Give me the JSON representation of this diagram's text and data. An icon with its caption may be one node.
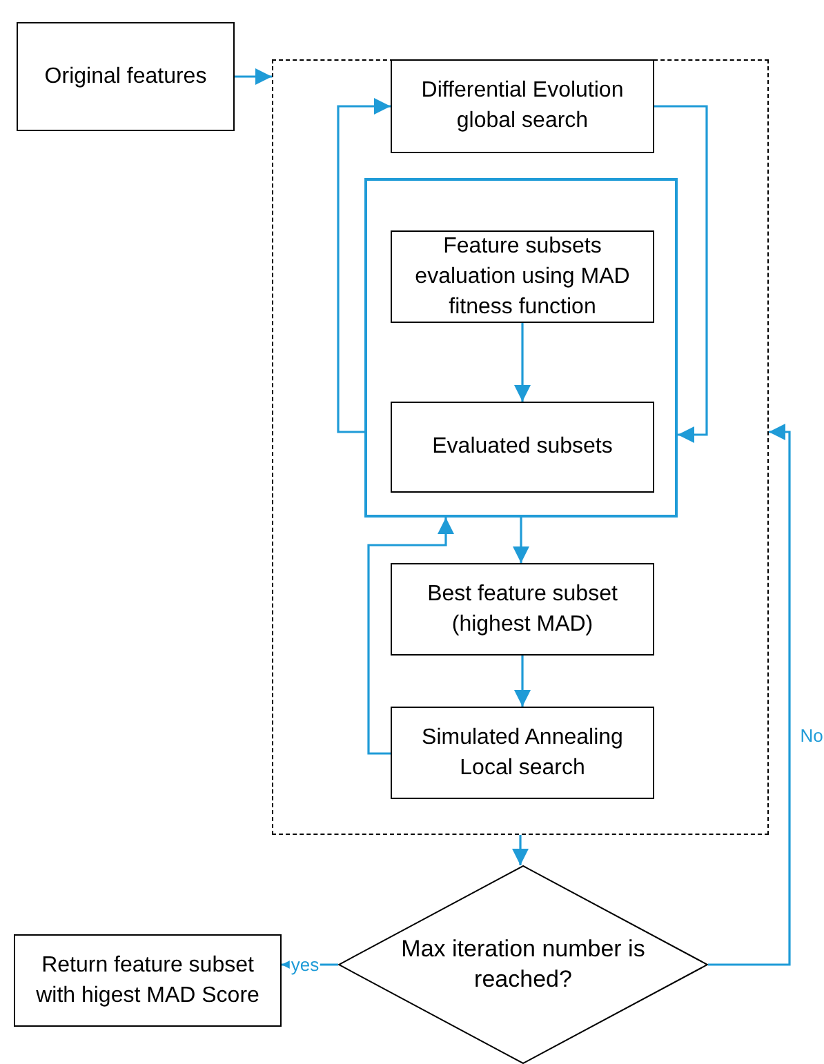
{
  "diagram": {
    "nodes": [
      {
        "text": [
          "Original features"
        ]
      },
      {
        "text": [],
        "shape": "box"
      },
      {
        "text": [
          "Differential Evolution global search"
        ],
        "in": 1
      },
      {
        "text": [],
        "shape": "box",
        "in": 1
      },
      {
        "text": [
          "Feature subsets evaluation using MAD fitness function"
        ],
        "in": 3
      },
      {
        "text": [
          "Evaluated subsets"
        ],
        "in": 3
      },
      {
        "text": [
          "Best feature subset (highest MAD)"
        ],
        "in": 1
      },
      {
        "text": [
          "Simulated Annealing Local search"
        ],
        "in": 1
      },
      {
        "text": [
          "Max iteration number is reached?"
        ]
      },
      {
        "text": [
          "Return feature subset with higest MAD Score"
        ]
      }
    ],
    "edges": [
      {
        "from": 0,
        "to": 1,
        "arrow": "to"
      },
      {
        "from": 2,
        "to": 3,
        "arrow": "to"
      },
      {
        "from": 3,
        "to": 2,
        "arrow": "to"
      },
      {
        "from": 4,
        "to": 5,
        "arrow": "to"
      },
      {
        "from": 3,
        "to": 6,
        "arrow": "to"
      },
      {
        "from": 6,
        "to": 7,
        "arrow": "to"
      },
      {
        "from": 7,
        "to": 3,
        "arrow": "to"
      },
      {
        "from": 1,
        "to": 8,
        "arrow": "to"
      },
      {
        "from": 8,
        "to": 9,
        "arrow": "to",
        "label": "yes"
      },
      {
        "from": 8,
        "to": 1,
        "arrow": "to",
        "label": "No"
      }
    ]
  }
}
